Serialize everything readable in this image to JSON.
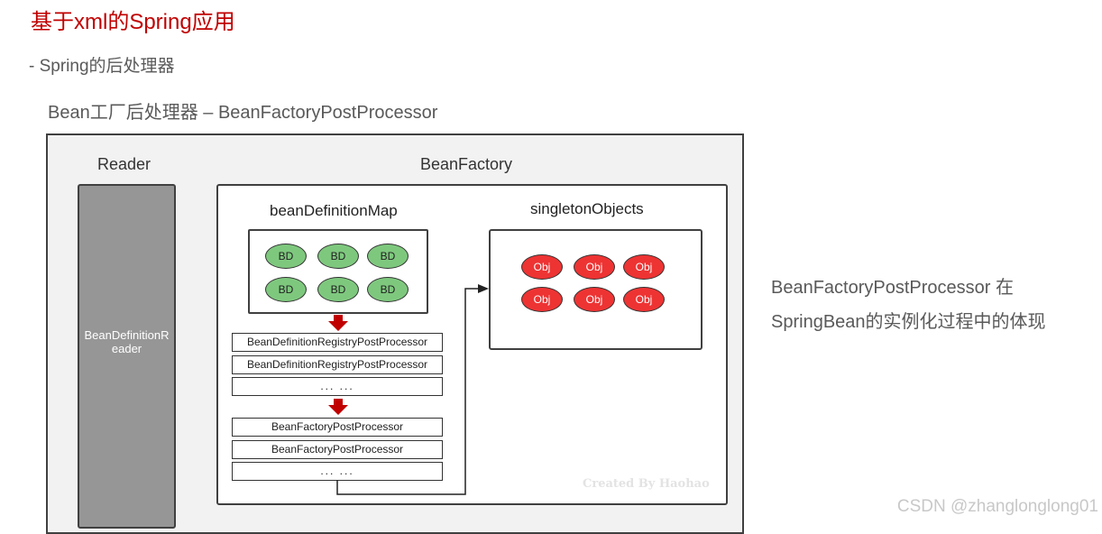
{
  "title": "基于xml的Spring应用",
  "bullet": "- Spring的后处理器",
  "subheading": "Bean工厂后处理器 – BeanFactoryPostProcessor",
  "diagram": {
    "reader_label": "Reader",
    "beanfactory_label": "BeanFactory",
    "reader_box_text": "BeanDefinitionReader",
    "bean_definition_map_label": "beanDefinitionMap",
    "singleton_objects_label": "singletonObjects",
    "bd_items": [
      "BD",
      "BD",
      "BD",
      "BD",
      "BD",
      "BD"
    ],
    "obj_items": [
      "Obj",
      "Obj",
      "Obj",
      "Obj",
      "Obj",
      "Obj"
    ],
    "processors": [
      "BeanDefinitionRegistryPostProcessor",
      "BeanDefinitionRegistryPostProcessor",
      "... ...",
      "BeanFactoryPostProcessor",
      "BeanFactoryPostProcessor",
      "... ..."
    ],
    "created_by": "Created By Haohao",
    "colors": {
      "bd_fill": "#7ec87e",
      "obj_fill": "#ee3333",
      "arrow": "#c00000",
      "reader_fill": "#969696",
      "frame_fill": "#f2f2f2"
    }
  },
  "side_note": {
    "line1": "BeanFactoryPostProcessor 在",
    "line2": "SpringBean的实例化过程中的体现"
  },
  "watermark": "CSDN @zhanglonglong01"
}
